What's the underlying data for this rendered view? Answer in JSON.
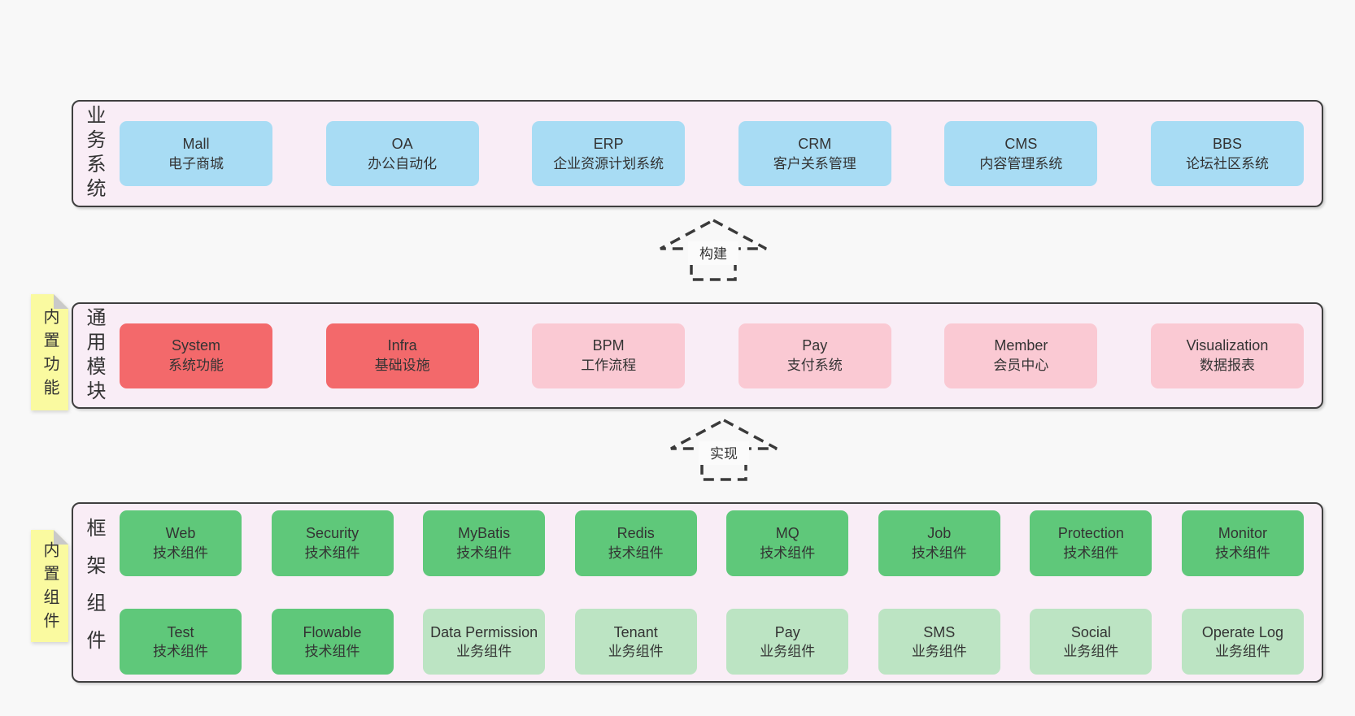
{
  "colors": {
    "page_bg": "#f8f8f8",
    "band_bg": "#f9edf6",
    "band_border": "#3f3f3f",
    "blue": "#a8dcf4",
    "red": "#f3696b",
    "pink": "#fac9d3",
    "green": "#5fc87a",
    "light_green": "#bce4c3",
    "sticky_yellow": "#fafaa0",
    "sticky_fold": "#c9c9c9",
    "text": "#333333"
  },
  "arrows": [
    {
      "label": "构建"
    },
    {
      "label": "实现"
    }
  ],
  "bands": {
    "business": {
      "label": "业务系统",
      "boxes": [
        {
          "title": "Mall",
          "subtitle": "电子商城",
          "variant": "blue"
        },
        {
          "title": "OA",
          "subtitle": "办公自动化",
          "variant": "blue"
        },
        {
          "title": "ERP",
          "subtitle": "企业资源计划系统",
          "variant": "blue"
        },
        {
          "title": "CRM",
          "subtitle": "客户关系管理",
          "variant": "blue"
        },
        {
          "title": "CMS",
          "subtitle": "内容管理系统",
          "variant": "blue"
        },
        {
          "title": "BBS",
          "subtitle": "论坛社区系统",
          "variant": "blue"
        }
      ]
    },
    "modules": {
      "label": "通用模块",
      "sticky": "内置功能",
      "boxes": [
        {
          "title": "System",
          "subtitle": "系统功能",
          "variant": "red"
        },
        {
          "title": "Infra",
          "subtitle": "基础设施",
          "variant": "red"
        },
        {
          "title": "BPM",
          "subtitle": "工作流程",
          "variant": "pink"
        },
        {
          "title": "Pay",
          "subtitle": "支付系统",
          "variant": "pink"
        },
        {
          "title": "Member",
          "subtitle": "会员中心",
          "variant": "pink"
        },
        {
          "title": "Visualization",
          "subtitle": "数据报表",
          "variant": "pink"
        }
      ]
    },
    "components": {
      "label": "框架组件",
      "sticky": "内置组件",
      "rows": [
        [
          {
            "title": "Web",
            "subtitle": "技术组件",
            "variant": "green"
          },
          {
            "title": "Security",
            "subtitle": "技术组件",
            "variant": "green"
          },
          {
            "title": "MyBatis",
            "subtitle": "技术组件",
            "variant": "green"
          },
          {
            "title": "Redis",
            "subtitle": "技术组件",
            "variant": "green"
          },
          {
            "title": "MQ",
            "subtitle": "技术组件",
            "variant": "green"
          },
          {
            "title": "Job",
            "subtitle": "技术组件",
            "variant": "green"
          },
          {
            "title": "Protection",
            "subtitle": "技术组件",
            "variant": "green"
          },
          {
            "title": "Monitor",
            "subtitle": "技术组件",
            "variant": "green"
          }
        ],
        [
          {
            "title": "Test",
            "subtitle": "技术组件",
            "variant": "green"
          },
          {
            "title": "Flowable",
            "subtitle": "技术组件",
            "variant": "green"
          },
          {
            "title": "Data Permission",
            "subtitle": "业务组件",
            "variant": "light-green"
          },
          {
            "title": "Tenant",
            "subtitle": "业务组件",
            "variant": "light-green"
          },
          {
            "title": "Pay",
            "subtitle": "业务组件",
            "variant": "light-green"
          },
          {
            "title": "SMS",
            "subtitle": "业务组件",
            "variant": "light-green"
          },
          {
            "title": "Social",
            "subtitle": "业务组件",
            "variant": "light-green"
          },
          {
            "title": "Operate Log",
            "subtitle": "业务组件",
            "variant": "light-green"
          }
        ]
      ]
    }
  }
}
